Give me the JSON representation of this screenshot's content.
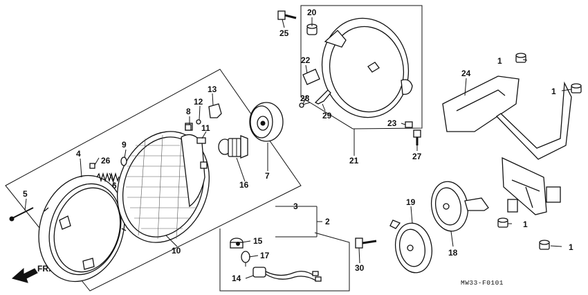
{
  "diagram": {
    "code": "MW33-F0101",
    "front_arrow_label": "FR.",
    "callouts": [
      "1",
      "1",
      "1",
      "1",
      "2",
      "3",
      "4",
      "5",
      "6",
      "7",
      "8",
      "9",
      "10",
      "11",
      "12",
      "13",
      "14",
      "15",
      "16",
      "17",
      "18",
      "19",
      "20",
      "21",
      "22",
      "23",
      "24",
      "25",
      "26",
      "27",
      "28",
      "29",
      "30"
    ]
  }
}
